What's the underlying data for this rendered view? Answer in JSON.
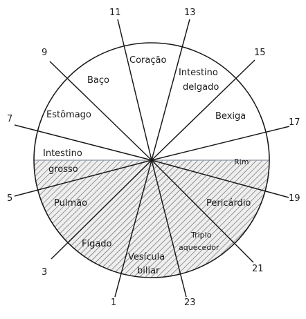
{
  "organ_clock": {
    "hour_labels": {
      "h1": "1",
      "h3": "3",
      "h5": "5",
      "h7": "7",
      "h9": "9",
      "h11": "11",
      "h13": "13",
      "h15": "15",
      "h17": "17",
      "h19": "19",
      "h21": "21",
      "h23": "23"
    },
    "organs": {
      "coracao": "Coração",
      "intestino_delgado_1": "Intestino",
      "intestino_delgado_2": "delgado",
      "bexiga": "Bexiga",
      "rim": "Rim",
      "pericardio": "Pericárdio",
      "triplo_aquecedor_1": "Triplo",
      "triplo_aquecedor_2": "aquecedor",
      "vesicula_biliar_1": "Vesícula",
      "vesicula_biliar_2": "biliar",
      "figado": "Fígado",
      "pulmao": "Pulmão",
      "intestino_grosso_1": "Intestino",
      "intestino_grosso_2": "grosso",
      "estomago": "Estômago",
      "baco": "Baço"
    },
    "colors": {
      "stroke": "#1a1a1a",
      "hatch": "#555555",
      "shade": "#eeeeee",
      "divider": "#9aa4ad"
    }
  }
}
